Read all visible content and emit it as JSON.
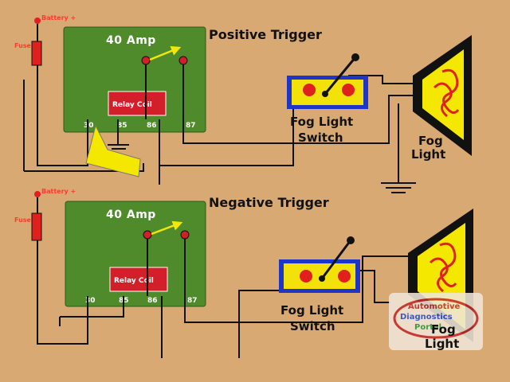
{
  "sections": [
    {
      "title": "Positive Trigger",
      "relay": {
        "amp": "40 Amp",
        "coil": "Relay Coil",
        "pins": [
          "30",
          "85",
          "86",
          "87"
        ]
      },
      "battery": "Battery +",
      "fuse": "Fuse",
      "switch": {
        "line1": "Fog Light",
        "line2": "Switch"
      },
      "light": {
        "line1": "Fog",
        "line2": "Light"
      }
    },
    {
      "title": "Negative Trigger",
      "relay": {
        "amp": "40 Amp",
        "coil": "Relay Coil",
        "pins": [
          "30",
          "85",
          "86",
          "87"
        ]
      },
      "battery": "Battery +",
      "fuse": "Fuse",
      "switch": {
        "line1": "Fog Light",
        "line2": "Switch"
      },
      "light": {
        "line1": "Fog",
        "line2": "Light"
      }
    }
  ],
  "watermark": {
    "line1": "Automotive",
    "line2": "Diagnostics",
    "line3": "Portal"
  },
  "colors": {
    "background": "#d9a974",
    "relay_body": "#4f8a2b",
    "coil": "#d21f2a",
    "wire": "#111111",
    "switch_body": "#f2e20a",
    "switch_frame": "#1e35c8",
    "lamp": "#f5e800",
    "fuse": "#e0201c"
  }
}
